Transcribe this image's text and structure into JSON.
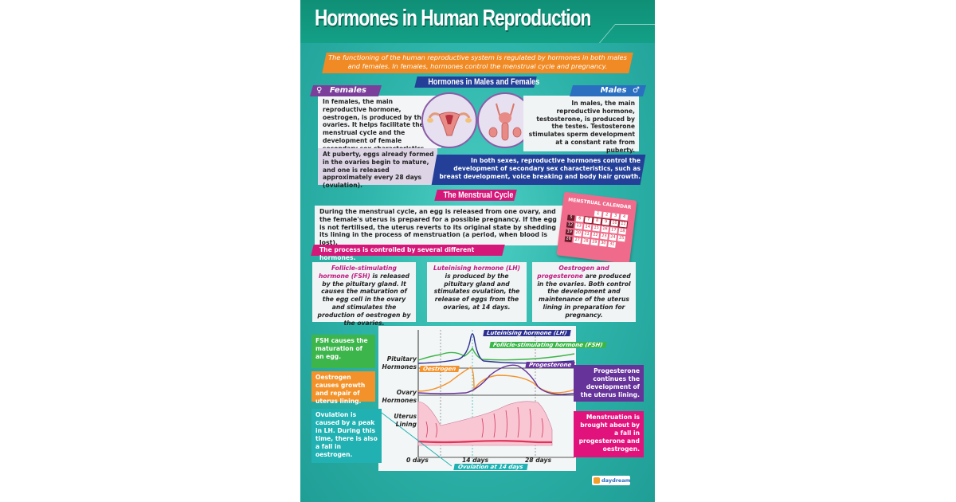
{
  "poster": {
    "title": "Hormones in Human Reproduction",
    "intro": "The functioning of the human reproductive system is regulated by hormones in both males and females. In females, hormones control the menstrual cycle and pregnancy.",
    "colors": {
      "title_bar": "#0f8f76",
      "background": "#2fb5ab",
      "intro_banner": "#f08a24",
      "section_blue": "#233f97",
      "female_purple": "#7b3f9b",
      "male_blue": "#2a6fc0",
      "menstrual_magenta": "#d6177a",
      "fsh_green": "#3cb54a",
      "oestrogen_orange": "#f3922a",
      "progesterone_purple": "#66339a",
      "ovulation_teal": "#21b1b3"
    }
  },
  "males_females": {
    "header": "Hormones in Males and Females",
    "females": {
      "label": "Females",
      "symbol": "♀",
      "text": "In females, the main reproductive hormone, oestrogen, is produced by the ovaries. It helps facilitate the menstrual cycle and the development of female secondary sex characteristics.",
      "puberty": "At puberty, eggs already formed in the ovaries begin to mature, and one is released approximately every 28 days (ovulation)."
    },
    "males": {
      "label": "Males",
      "symbol": "♂",
      "text": "In males, the main reproductive hormone, testosterone, is produced by the testes. Testosterone stimulates sperm development at a constant rate from puberty."
    },
    "both": "In both sexes, reproductive hormones control the development of secondary sex characteristics, such as breast development, voice breaking and body hair growth."
  },
  "menstrual_cycle": {
    "header": "The Menstrual Cycle",
    "text": "During the menstrual cycle, an egg is released from one ovary, and the female's uterus is prepared for a possible pregnancy. If the egg is not fertilised, the uterus reverts to its original state by shedding its lining in the process of menstruation (a period, when blood is lost).",
    "subheader": "The process is controlled by several different hormones.",
    "calendar": {
      "title": "MENSTRUAL CALENDAR",
      "rows": [
        [
          "",
          "",
          "",
          "",
          "1",
          "2",
          "3",
          "4"
        ],
        [
          "5",
          "6",
          "7",
          "8",
          "9",
          "10",
          "11"
        ],
        [
          "12",
          "13",
          "14",
          "15",
          "16",
          "17",
          "18"
        ],
        [
          "19",
          "20",
          "21",
          "22",
          "23",
          "24",
          "25"
        ],
        [
          "26",
          "27",
          "28",
          "29",
          "30",
          "31"
        ]
      ],
      "circled": [
        "7",
        "8",
        "9",
        "10",
        "11"
      ]
    },
    "hormones": [
      {
        "name": "Follicle-stimulating hormone (FSH)",
        "desc": "is released by the pituitary gland. It causes the maturation of the egg cell in the ovary and stimulates the production of oestrogen by the ovaries."
      },
      {
        "name": "Luteinising hormone (LH)",
        "desc": "is produced by the pituitary gland and stimulates ovulation, the release of eggs from the ovaries, at 14 days."
      },
      {
        "name": "Oestrogen and progesterone",
        "desc": "are produced in the ovaries. Both control the development and maintenance of the uterus lining in preparation for pregnancy."
      }
    ]
  },
  "callouts": {
    "fsh": "FSH causes the maturation of an egg.",
    "oestrogen": "Oestrogen causes growth and repair of uterus lining.",
    "ovulation": "Ovulation is caused by a peak in LH. During this time, there is also a fall in oestrogen.",
    "progesterone": "Progesterone continues the development of the uterus lining.",
    "menstruation": "Menstruation is brought about by a fall in progesterone and oestrogen."
  },
  "chart_data": {
    "type": "line",
    "title": "",
    "xlabel": "",
    "x_ticks": [
      "0 days",
      "14 days",
      "28 days"
    ],
    "rows": [
      "Pituitary Hormones",
      "Ovary Hormones",
      "Uterus Lining"
    ],
    "series": [
      {
        "name": "Luteinising hormone (LH)",
        "row": "Pituitary Hormones",
        "color": "#2b2f8f",
        "x": [
          0,
          4,
          8,
          12,
          13,
          14,
          15,
          16,
          20,
          24,
          28,
          31
        ],
        "values": [
          0.15,
          0.15,
          0.2,
          0.25,
          0.6,
          1.0,
          0.5,
          0.2,
          0.15,
          0.12,
          0.12,
          0.15
        ]
      },
      {
        "name": "Follicle-stimulating hormone (FSH)",
        "row": "Pituitary Hormones",
        "color": "#3cb54a",
        "x": [
          0,
          3,
          7,
          11,
          13,
          14,
          15,
          17,
          22,
          28,
          31
        ],
        "values": [
          0.3,
          0.25,
          0.4,
          0.3,
          0.4,
          0.55,
          0.35,
          0.3,
          0.3,
          0.35,
          0.45
        ]
      },
      {
        "name": "Oestrogen",
        "row": "Ovary Hormones",
        "color": "#f3922a",
        "x": [
          0,
          4,
          8,
          12,
          13,
          14,
          16,
          20,
          24,
          27,
          29,
          31
        ],
        "values": [
          0.1,
          0.1,
          0.3,
          0.8,
          0.85,
          0.15,
          0.45,
          0.55,
          0.5,
          0.3,
          0.1,
          0.2
        ]
      },
      {
        "name": "Progesterone",
        "row": "Ovary Hormones",
        "color": "#66339a",
        "x": [
          0,
          6,
          12,
          14,
          17,
          20,
          23,
          26,
          28,
          31
        ],
        "values": [
          0.05,
          0.05,
          0.1,
          0.2,
          0.7,
          0.9,
          0.8,
          0.35,
          0.1,
          0.05
        ]
      },
      {
        "name": "Uterus lining thickness",
        "row": "Uterus Lining",
        "color": "#e0335a",
        "x": [
          0,
          6,
          10,
          14,
          18,
          22,
          26,
          28,
          31
        ],
        "values": [
          0.8,
          0.3,
          0.35,
          0.5,
          0.75,
          0.9,
          1.0,
          0.6,
          0.3
        ]
      }
    ],
    "annotations": [
      "Ovulation at 14 days"
    ],
    "grid": false
  },
  "branding": {
    "logo": "daydream"
  }
}
